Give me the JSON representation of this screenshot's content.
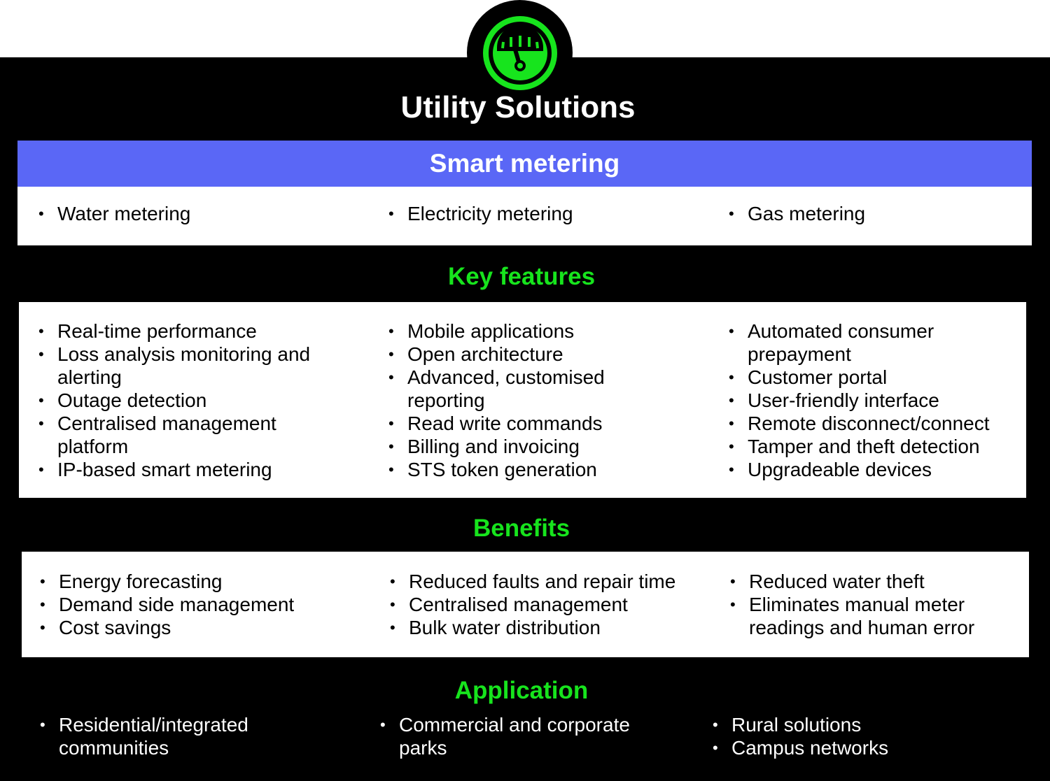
{
  "title": "Utility Solutions",
  "colors": {
    "accent_green": "#17e41d",
    "header_blue": "#5a67f6",
    "background": "#000000"
  },
  "logo": {
    "icon": "meter-gauge-icon"
  },
  "smart_metering": {
    "header": "Smart metering",
    "columns": [
      [
        "Water metering"
      ],
      [
        "Electricity metering"
      ],
      [
        "Gas metering"
      ]
    ]
  },
  "key_features": {
    "heading": "Key features",
    "columns": [
      [
        "Real-time performance",
        "Loss analysis monitoring and alerting",
        "Outage detection",
        "Centralised management platform",
        "IP-based smart metering"
      ],
      [
        "Mobile applications",
        "Open architecture",
        "Advanced, customised reporting",
        "Read write commands",
        "Billing and invoicing",
        "STS token generation"
      ],
      [
        "Automated consumer prepayment",
        "Customer portal",
        "User-friendly interface",
        "Remote disconnect/connect",
        "Tamper and theft detection",
        "Upgradeable devices"
      ]
    ]
  },
  "benefits": {
    "heading": "Benefits",
    "columns": [
      [
        "Energy forecasting",
        "Demand side management",
        "Cost savings"
      ],
      [
        "Reduced faults and repair time",
        "Centralised management",
        "Bulk water distribution"
      ],
      [
        "Reduced water theft",
        "Eliminates manual meter readings and human error"
      ]
    ]
  },
  "application": {
    "heading": "Application",
    "columns": [
      [
        "Residential/integrated communities"
      ],
      [
        "Commercial and corporate parks"
      ],
      [
        "Rural solutions",
        "Campus networks"
      ]
    ]
  }
}
